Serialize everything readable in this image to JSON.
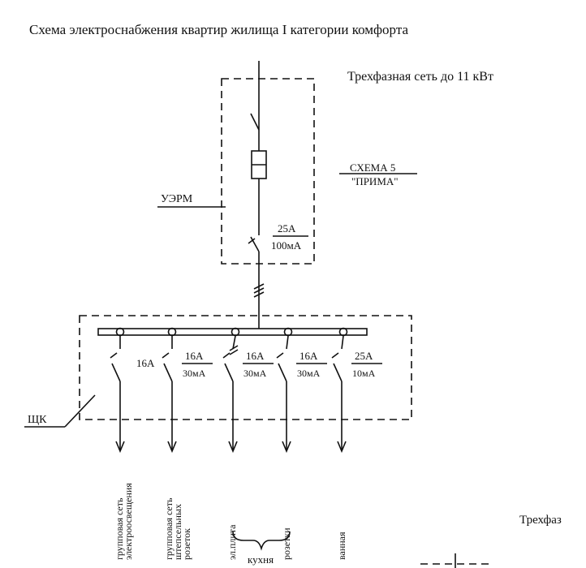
{
  "title": "Схема электроснабжения квартир жилища I категории комфорта",
  "labels": {
    "network_top": "Трехфазная сеть до 11 кВт",
    "scheme_line1": "СХЕМА 5",
    "scheme_line2": "\"ПРИМА\"",
    "uerm": "УЭРМ",
    "main_rating": "25A",
    "main_leak": "100мA",
    "shk": "ЩК",
    "network_cut": "Трехфаз",
    "kitchen": "кухня"
  },
  "breakers": [
    {
      "rating": "16A",
      "leak": ""
    },
    {
      "rating": "16A",
      "leak": "30мA"
    },
    {
      "rating": "16A",
      "leak": "30мA"
    },
    {
      "rating": "16A",
      "leak": "30мA"
    },
    {
      "rating": "25A",
      "leak": "10мA"
    }
  ],
  "outputs": [
    {
      "line1": "групповая сеть",
      "line2": "электроосвещения",
      "line3": ""
    },
    {
      "line1": "групповая сеть",
      "line2": "штепсельных",
      "line3": "розеток"
    },
    {
      "line1": "эл.плита",
      "line2": "",
      "line3": ""
    },
    {
      "line1": "розетки",
      "line2": "",
      "line3": ""
    },
    {
      "line1": "ванная",
      "line2": "",
      "line3": ""
    }
  ]
}
